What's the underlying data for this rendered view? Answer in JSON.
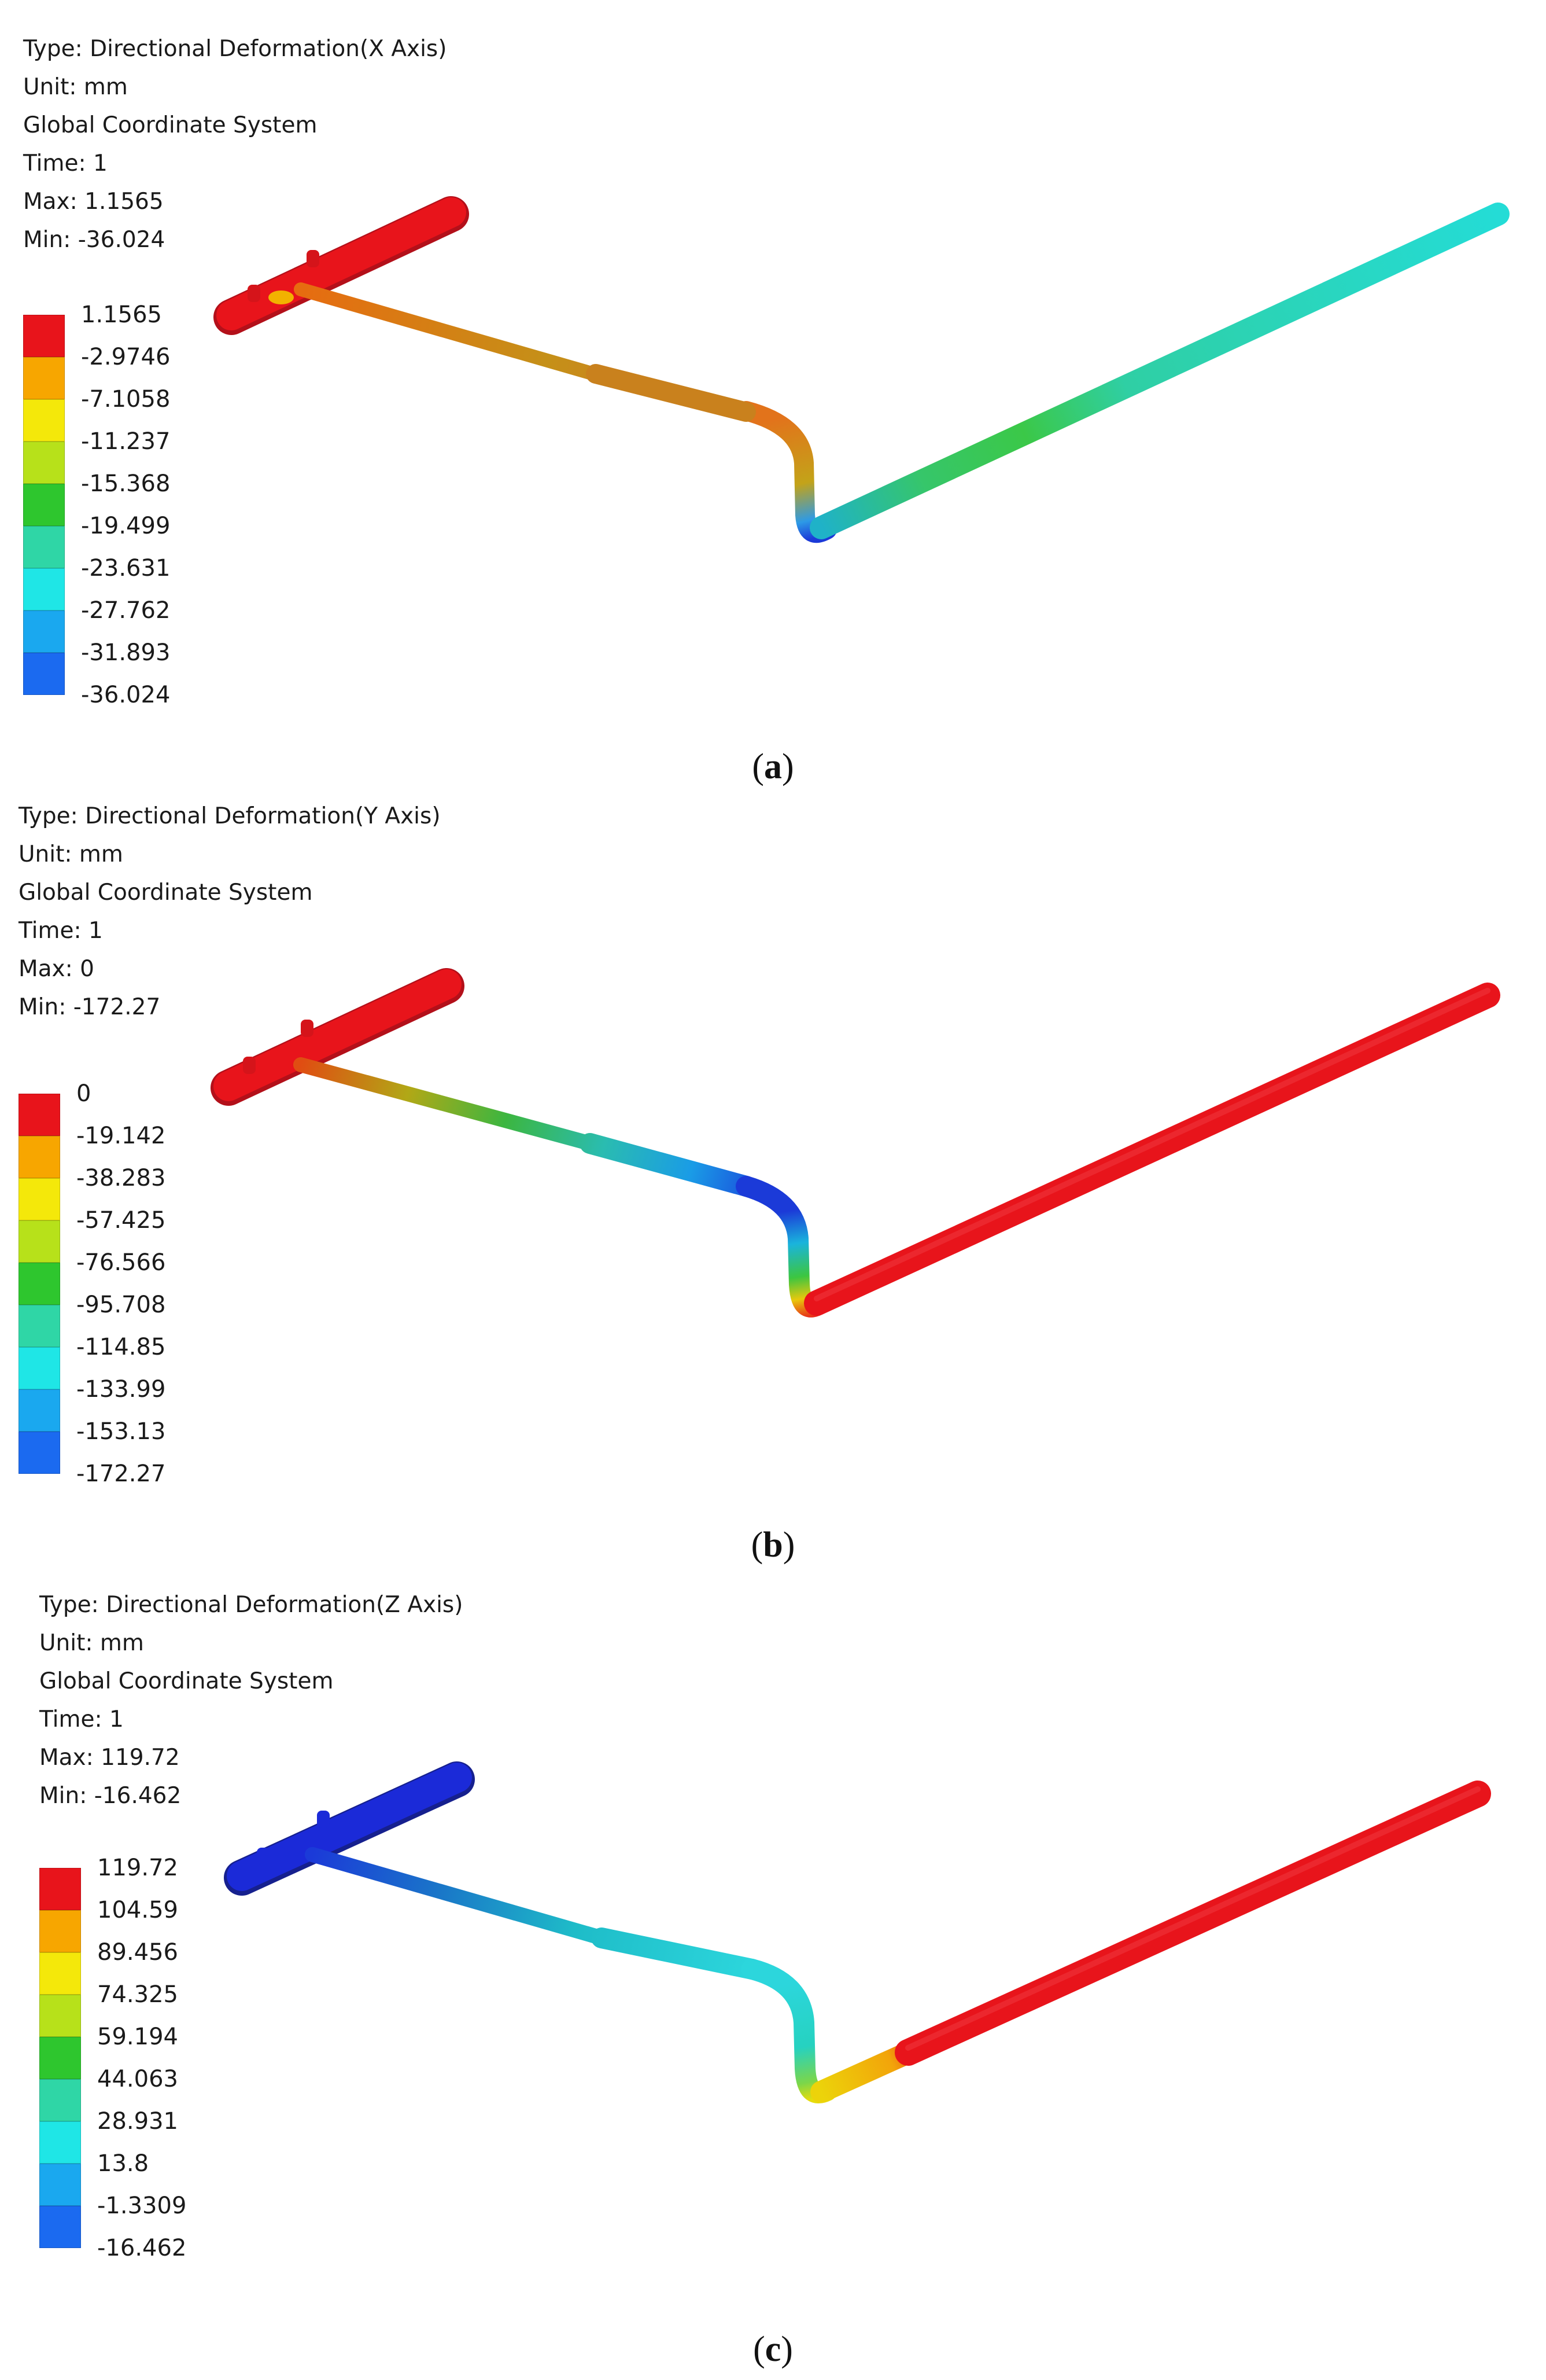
{
  "panels": [
    {
      "id": "a",
      "info": {
        "type": "Type: Directional Deformation(X Axis)",
        "unit": "Unit: mm",
        "system": "Global Coordinate System",
        "time": "Time: 1",
        "max": "Max: 1.1565",
        "min": "Min: -36.024"
      },
      "legend": [
        "1.1565",
        "-2.9746",
        "-7.1058",
        "-11.237",
        "-15.368",
        "-19.499",
        "-23.631",
        "-27.762",
        "-31.893",
        "-36.024"
      ],
      "caption_letter": "a"
    },
    {
      "id": "b",
      "info": {
        "type": "Type: Directional Deformation(Y Axis)",
        "unit": "Unit: mm",
        "system": "Global Coordinate System",
        "time": "Time: 1",
        "max": "Max: 0",
        "min": "Min: -172.27"
      },
      "legend": [
        "0",
        "-19.142",
        "-38.283",
        "-57.425",
        "-76.566",
        "-95.708",
        "-114.85",
        "-133.99",
        "-153.13",
        "-172.27"
      ],
      "caption_letter": "b"
    },
    {
      "id": "c",
      "info": {
        "type": "Type: Directional Deformation(Z Axis)",
        "unit": "Unit: mm",
        "system": "Global Coordinate System",
        "time": "Time: 1",
        "max": "Max: 119.72",
        "min": "Min: -16.462"
      },
      "legend": [
        "119.72",
        "104.59",
        "89.456",
        "74.325",
        "59.194",
        "44.063",
        "28.931",
        "13.8",
        "-1.3309",
        "-16.462"
      ],
      "caption_letter": "c"
    }
  ],
  "colormap": [
    "#e8141b",
    "#f7a600",
    "#f4e80a",
    "#b7e11a",
    "#2ec62e",
    "#2fd6a6",
    "#1fe6e6",
    "#1aa8ef",
    "#1b6af0",
    "#1b2ad8"
  ]
}
